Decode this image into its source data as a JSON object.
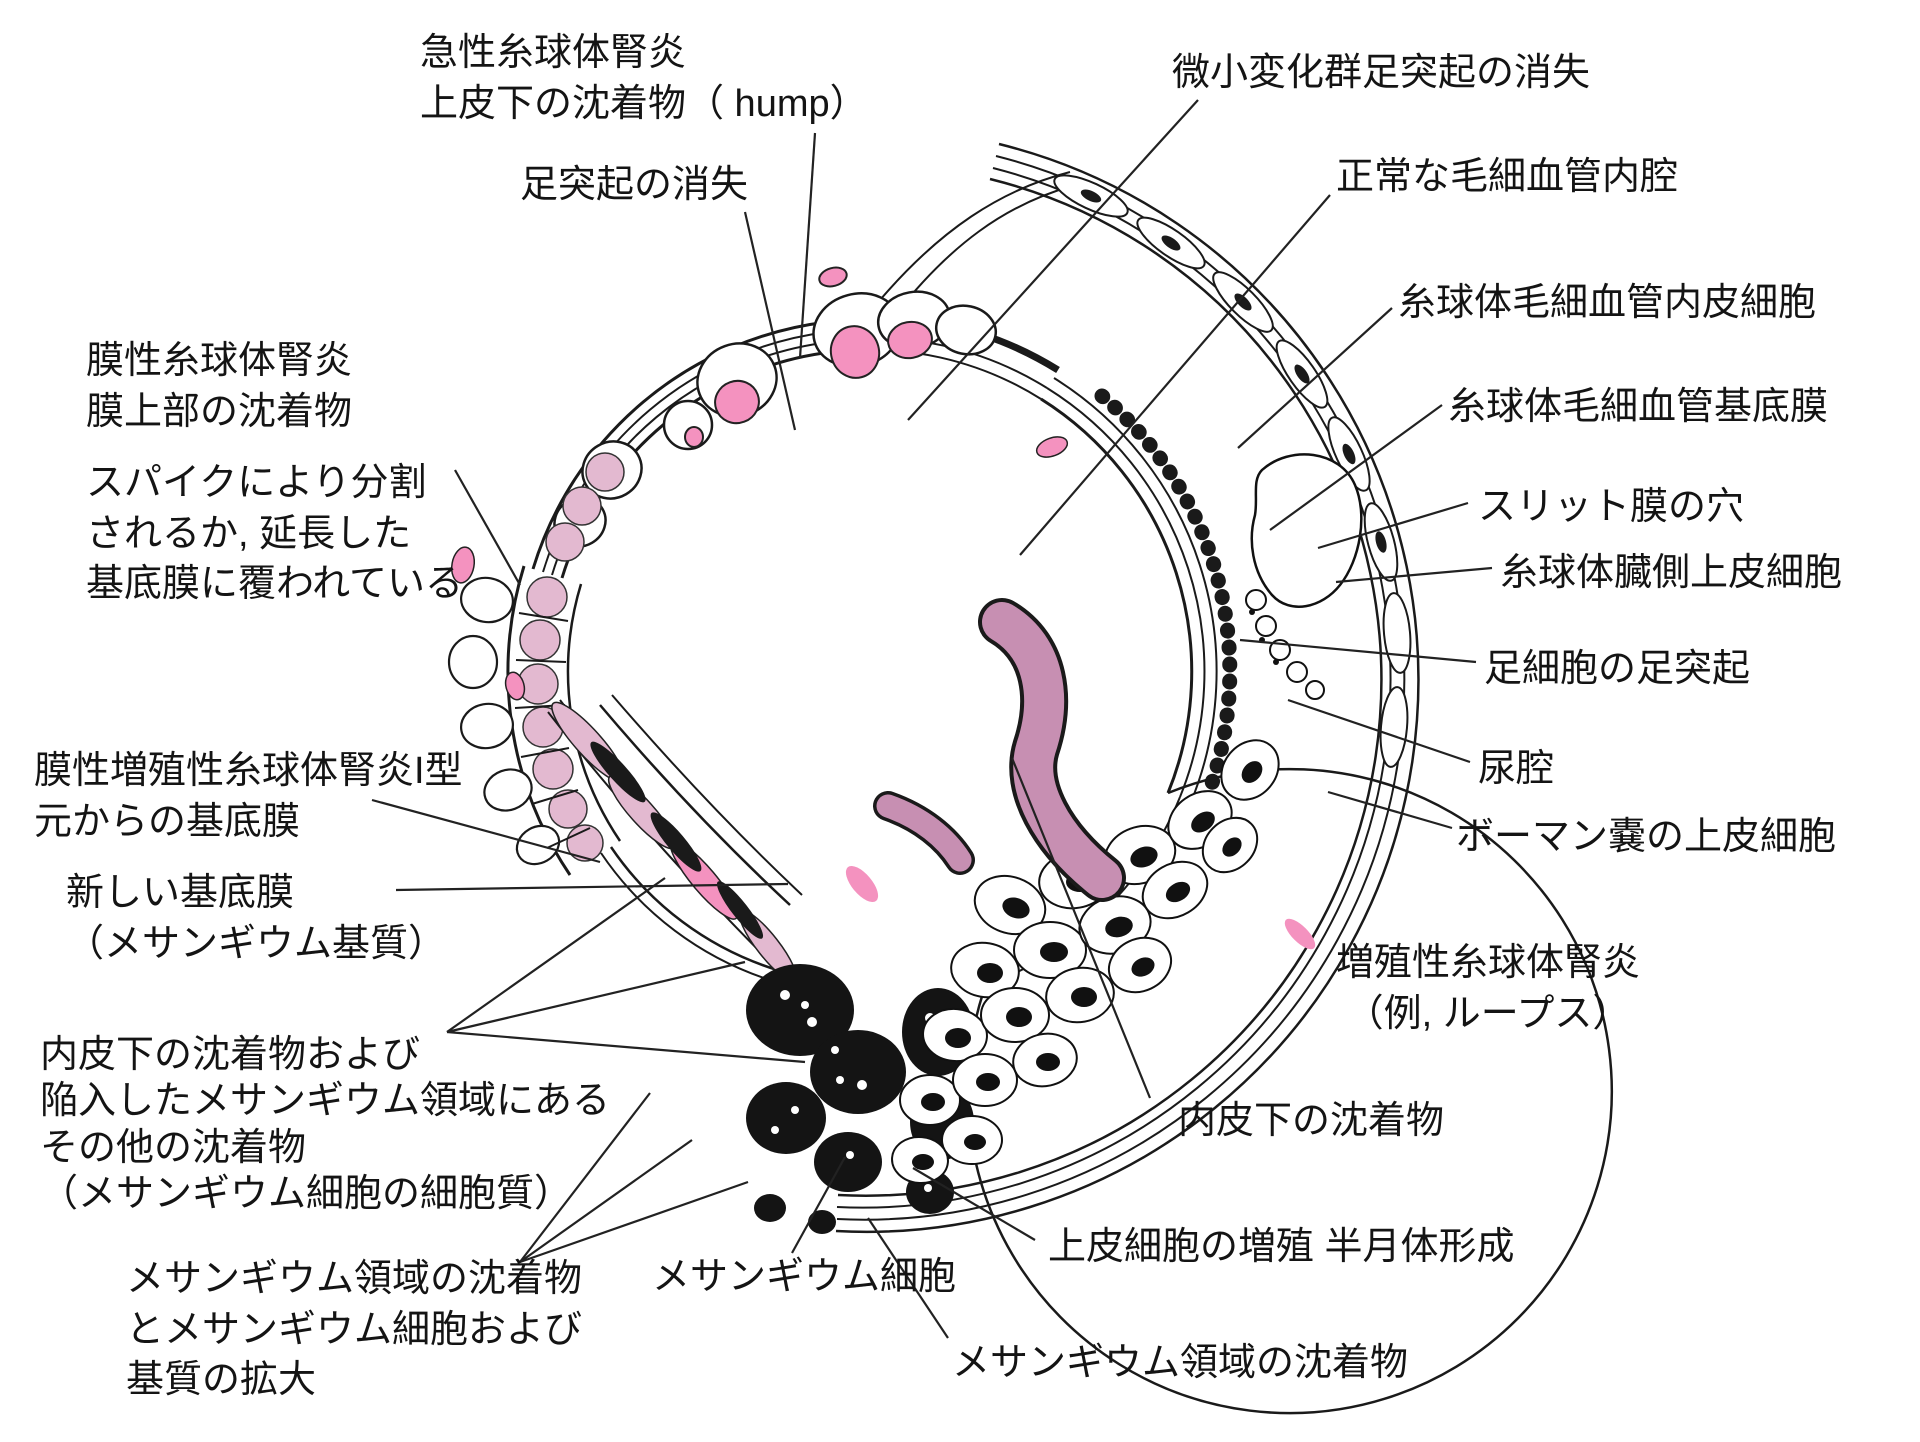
{
  "figure": {
    "type": "anatomical-schematic",
    "language": "ja",
    "palette": {
      "line_color": "#1a1a1a",
      "bright_pink_deposit": "#f492bf",
      "pale_pink_deposit": "#e3b9d0",
      "mauve_deposit": "#c78fb2",
      "background": "#ffffff",
      "text_color": "#141414"
    }
  },
  "labels": {
    "acute_gn": {
      "lines": [
        "急性糸球体腎炎",
        "上皮下の沈着物（ hump）"
      ]
    },
    "foot_process_loss": {
      "lines": [
        "足突起の消失"
      ]
    },
    "minimal_change": {
      "lines": [
        "微小変化群足突起の消失"
      ]
    },
    "normal_lumen": {
      "lines": [
        "正常な毛細血管内腔"
      ]
    },
    "endothelium": {
      "lines": [
        "糸球体毛細血管内皮細胞"
      ]
    },
    "gbm": {
      "lines": [
        "糸球体毛細血管基底膜"
      ]
    },
    "slit_pore": {
      "lines": [
        "スリット膜の穴"
      ]
    },
    "visceral_epithelium": {
      "lines": [
        "糸球体臓側上皮細胞"
      ]
    },
    "podocyte_fp": {
      "lines": [
        "足細胞の足突起"
      ]
    },
    "urinary_space": {
      "lines": [
        "尿腔"
      ]
    },
    "bowman_epithelium": {
      "lines": [
        "ボーマン嚢の上皮細胞"
      ]
    },
    "proliferative_gn": {
      "lines": [
        "増殖性糸球体腎炎",
        "（例, ループス）"
      ]
    },
    "subendothelial_right": {
      "lines": [
        "内皮下の沈着物"
      ]
    },
    "crescent": {
      "lines": [
        "上皮細胞の増殖 半月体形成"
      ]
    },
    "mesangial_deposit_right": {
      "lines": [
        "メサンギウム領域の沈着物"
      ]
    },
    "mesangial_cell": {
      "lines": [
        "メサンギウム細胞"
      ]
    },
    "membranous_gn": {
      "lines": [
        "膜性糸球体腎炎",
        "膜上部の沈着物"
      ]
    },
    "spikes": {
      "lines": [
        "スパイクにより分割",
        "されるか, 延長した",
        "基底膜に覆われている"
      ]
    },
    "mpgn_type1": {
      "lines": [
        "膜性増殖性糸球体腎炎I型",
        "元からの基底膜"
      ]
    },
    "new_bm": {
      "lines": [
        "新しい基底膜",
        "（メサンギウム基質）"
      ]
    },
    "subendo_mesangial": {
      "lines": [
        "内皮下の沈着物および",
        "陥入したメサンギウム領域にある",
        "その他の沈着物",
        "（メサンギウム細胞の細胞質）"
      ]
    },
    "mesangial_expansion": {
      "lines": [
        "メサンギウム領域の沈着物",
        "とメサンギウム細胞および",
        "基質の拡大"
      ]
    }
  }
}
